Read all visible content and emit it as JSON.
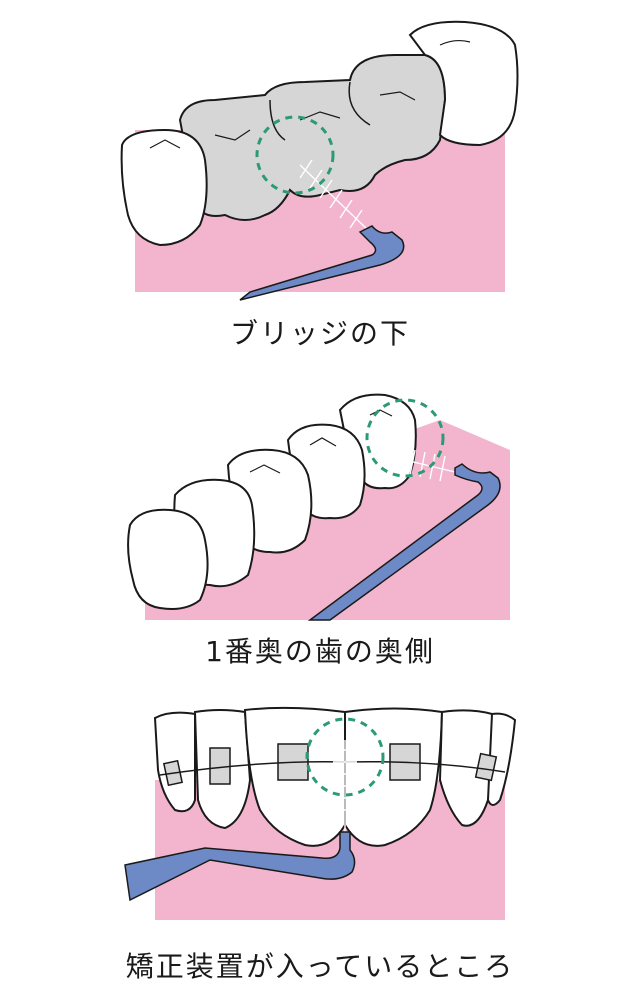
{
  "colors": {
    "gum": "#f3b4ce",
    "tooth": "#ffffff",
    "bridge": "#d6d6d6",
    "brush": "#6d89c6",
    "circle": "#2c9a72",
    "outline": "#1a1a1a"
  },
  "panels": [
    {
      "caption": "ブリッジの下"
    },
    {
      "caption": "1番奥の歯の奥側"
    },
    {
      "caption": "矯正装置が入っているところ"
    }
  ]
}
